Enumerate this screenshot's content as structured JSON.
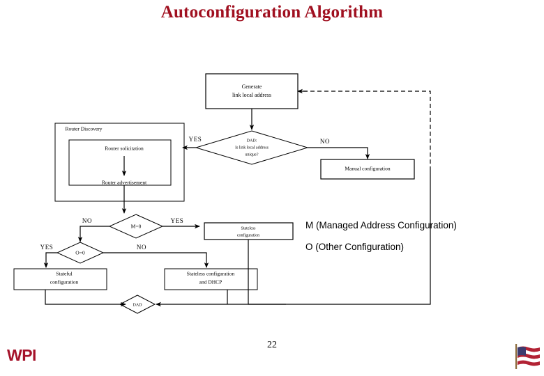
{
  "slide": {
    "title": "Autoconfiguration Algorithm",
    "page_number": "22",
    "logo_text": "WPI",
    "title_color": "#A01020",
    "logo_color": "#A5122A"
  },
  "diagram": {
    "type": "flowchart",
    "nodes": [
      {
        "id": "generate",
        "kind": "process",
        "lines": [
          "Generate",
          "link local address"
        ]
      },
      {
        "id": "dad1",
        "kind": "decision",
        "lines": [
          "DAD:",
          "Is link local address",
          "unique?"
        ]
      },
      {
        "id": "manual",
        "kind": "process",
        "lines": [
          "Manual configuration"
        ]
      },
      {
        "id": "router-discovery",
        "kind": "group",
        "lines": [
          "Router Discovery"
        ]
      },
      {
        "id": "router-solicitation",
        "kind": "process",
        "lines": [
          "Router solicitation"
        ]
      },
      {
        "id": "router-advertisement",
        "kind": "process",
        "lines": [
          "Router advertisement"
        ]
      },
      {
        "id": "m-test",
        "kind": "decision",
        "lines": [
          "M=0"
        ]
      },
      {
        "id": "o-test",
        "kind": "decision",
        "lines": [
          "O=0"
        ]
      },
      {
        "id": "stateless",
        "kind": "process",
        "lines": [
          "Stateless",
          "configuration"
        ]
      },
      {
        "id": "stateful",
        "kind": "process",
        "lines": [
          "Stateful",
          "configuration"
        ]
      },
      {
        "id": "stateless-dhcp",
        "kind": "process",
        "lines": [
          "Stateless configuration",
          "and DHCP"
        ]
      },
      {
        "id": "dad2",
        "kind": "decision",
        "lines": [
          "DAD"
        ]
      }
    ],
    "edge_labels": {
      "dad1_yes": "YES",
      "dad1_no": "NO",
      "m_no": "NO",
      "m_yes": "YES",
      "o_yes": "YES",
      "o_no": "NO"
    }
  },
  "legend": {
    "m": "M (Managed Address Configuration)",
    "o": "O (Other Configuration)"
  }
}
